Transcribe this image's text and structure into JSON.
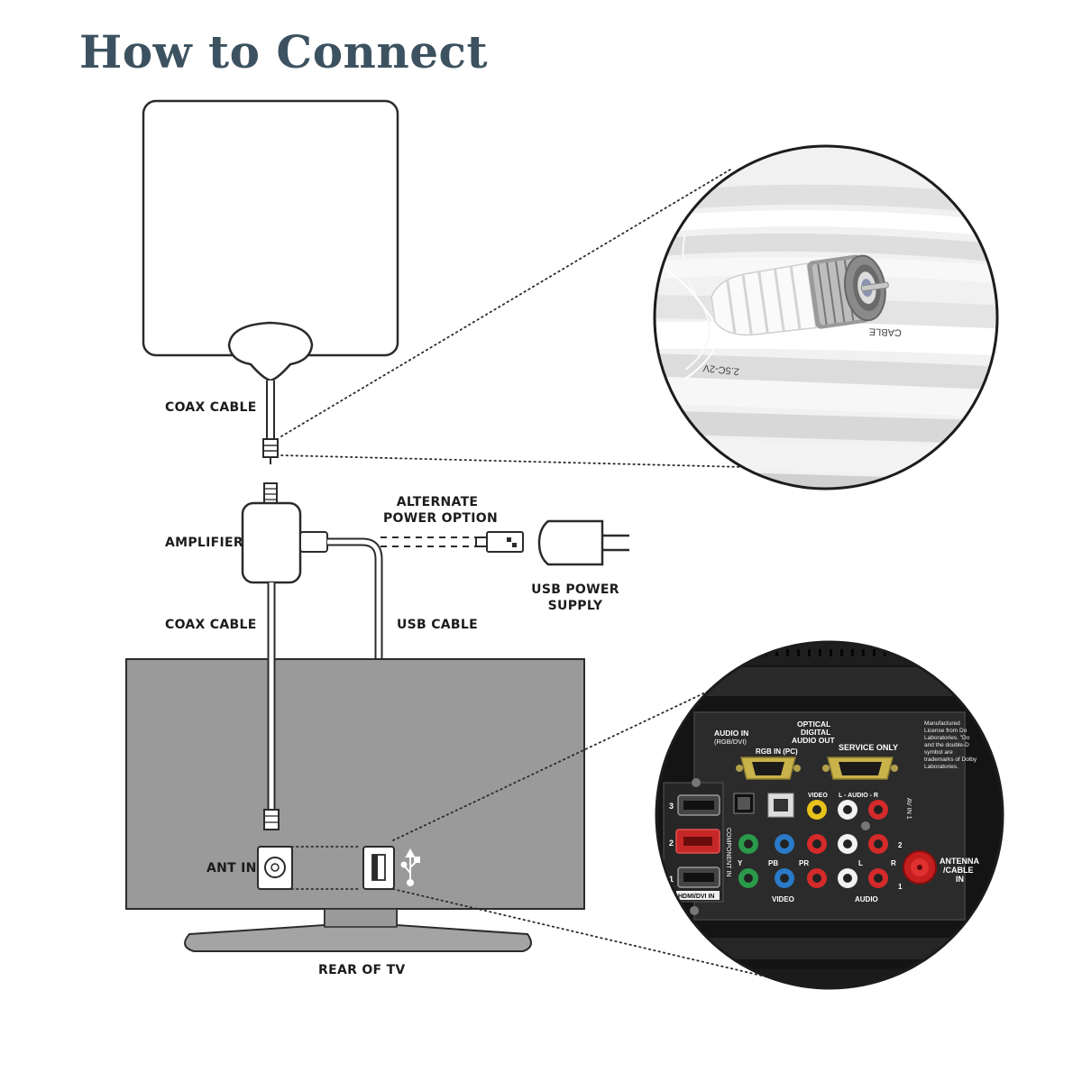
{
  "title": "How to Connect",
  "labels": {
    "coax_cable_top": "COAX CABLE",
    "amplifier": "AMPLIFIER",
    "alternate_power_line1": "ALTERNATE",
    "alternate_power_line2": "POWER OPTION",
    "usb_power_supply_line1": "USB POWER",
    "usb_power_supply_line2": "SUPPLY",
    "coax_cable_bottom": "COAX CABLE",
    "usb_cable": "USB CABLE",
    "ant_in": "ANT IN",
    "rear_of_tv": "REAR OF TV"
  },
  "coax_closeup": {
    "cable_print_1": "CABLE",
    "cable_print_2": "2.5C-2V"
  },
  "panel_closeup": {
    "audio_in": "AUDIO IN",
    "audio_in_sub": "(RGB/DVI)",
    "rgb_in": "RGB IN (PC)",
    "optical_1": "OPTICAL",
    "optical_2": "DIGITAL",
    "optical_3": "AUDIO OUT",
    "service_only": "SERVICE ONLY",
    "dolby_1": "Manufactured",
    "dolby_2": "License from Do",
    "dolby_3": "Laboratories. \"Do",
    "dolby_4": "and the double-D",
    "dolby_5": "symbol are",
    "dolby_6": "trademarks of Dolby",
    "dolby_7": "Laboratories.",
    "video": "VIDEO",
    "audio_lr": "L - AUDIO - R",
    "av_in_1": "AV IN 1",
    "component_in": "COMPONENT IN",
    "hdmi_3": "3",
    "hdmi_2": "2",
    "hdmi_1": "1",
    "hdmi_dvi": "HDMI/DVI IN",
    "y": "Y",
    "pb": "PB",
    "pr": "PR",
    "l": "L",
    "r": "R",
    "row_2": "2",
    "row_1": "1",
    "video_bottom": "VIDEO",
    "audio_bottom": "AUDIO",
    "antenna_1": "ANTENNA",
    "antenna_2": "/CABLE",
    "antenna_3": "IN"
  },
  "colors": {
    "title": "#3d5260",
    "tv_body": "#9a9a9a",
    "tv_stand": "#a4a4a4",
    "panel": "#2a2a2a",
    "jack_red": "#d42a2a",
    "jack_green": "#2a9a4a",
    "jack_blue": "#2a7ac8",
    "jack_yellow": "#e8c21a"
  }
}
